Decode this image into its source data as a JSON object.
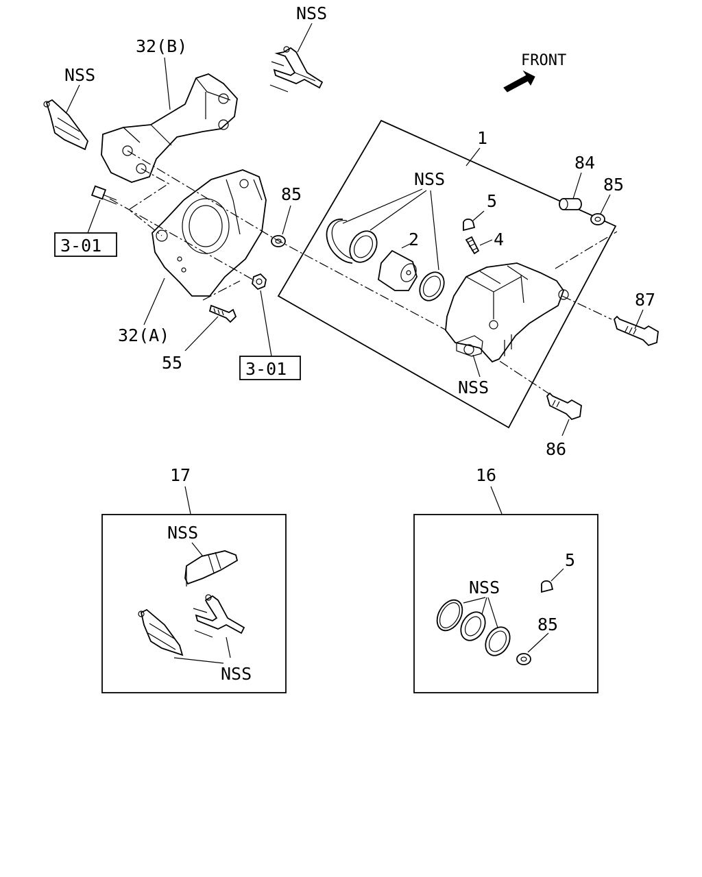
{
  "labels": {
    "nss_top_center": "NSS",
    "nss_top_left": "NSS",
    "bracket_b": "32(B)",
    "bracket_a": "32(A)",
    "front": "FRONT",
    "ref_upper": "3-01",
    "ref_lower": "3-01",
    "item_1": "1",
    "item_2": "2",
    "item_4": "4",
    "item_5_top": "5",
    "item_84": "84",
    "item_85_right": "85",
    "item_85_mid": "85",
    "item_87": "87",
    "item_86": "86",
    "item_55": "55",
    "nss_seals": "NSS",
    "nss_caliper": "NSS",
    "item_17": "17",
    "item_16": "16",
    "nss_pad": "NSS",
    "nss_clips": "NSS",
    "nss_kit": "NSS",
    "item_5_kit": "5",
    "item_85_kit": "85"
  },
  "icons": {
    "front_arrow": "front-arrow-icon"
  }
}
